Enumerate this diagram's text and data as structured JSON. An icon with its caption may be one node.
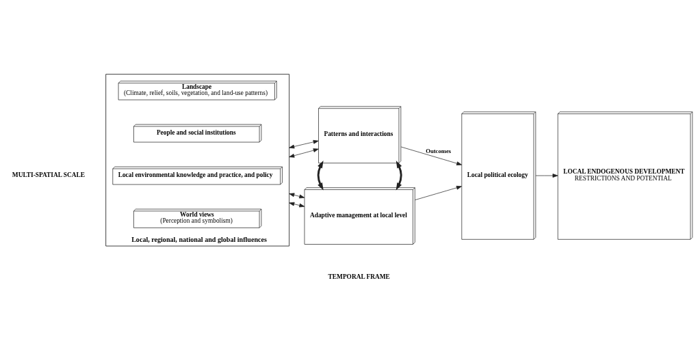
{
  "diagram": {
    "nodes": [
      {
        "text": [
          "Local, regional, national and global influences"
        ]
      },
      {
        "text": [
          "Landscape",
          "(Climate, relief, soils, vegetation, and land-use patterns)"
        ],
        "in": 0
      },
      {
        "text": [
          "People and social institutions"
        ],
        "in": 0
      },
      {
        "text": [
          "Local environmental knowledge and practice, and policy"
        ],
        "in": 0
      },
      {
        "text": [
          "World views",
          "(Perception and symbolism)"
        ],
        "in": 0
      },
      {
        "text": [
          "Patterns and interactions"
        ]
      },
      {
        "text": [
          "Adaptive management at local level"
        ]
      },
      {
        "text": [
          "Local political ecology"
        ]
      },
      {
        "text": [
          "LOCAL ENDOGENOUS DEVELOPMENT",
          "RESTRICTIONS AND POTENTIAL"
        ]
      }
    ],
    "edges": [
      {
        "from": 0,
        "to": 5,
        "arrow": "both"
      },
      {
        "from": 0,
        "to": 5,
        "arrow": "both"
      },
      {
        "from": 0,
        "to": 6,
        "arrow": "both"
      },
      {
        "from": 0,
        "to": 6,
        "arrow": "both"
      },
      {
        "from": 5,
        "to": 6,
        "arrow": "both",
        "style": "thick"
      },
      {
        "from": 5,
        "to": 6,
        "arrow": "both",
        "style": "thick"
      },
      {
        "from": 5,
        "to": 7,
        "arrow": "to",
        "label": "Outcomes"
      },
      {
        "from": 6,
        "to": 7,
        "arrow": "to"
      },
      {
        "from": 7,
        "to": 8,
        "arrow": "to"
      }
    ],
    "labels": [
      "MULTI-SPATIAL SCALE",
      "TEMPORAL FRAME"
    ]
  }
}
